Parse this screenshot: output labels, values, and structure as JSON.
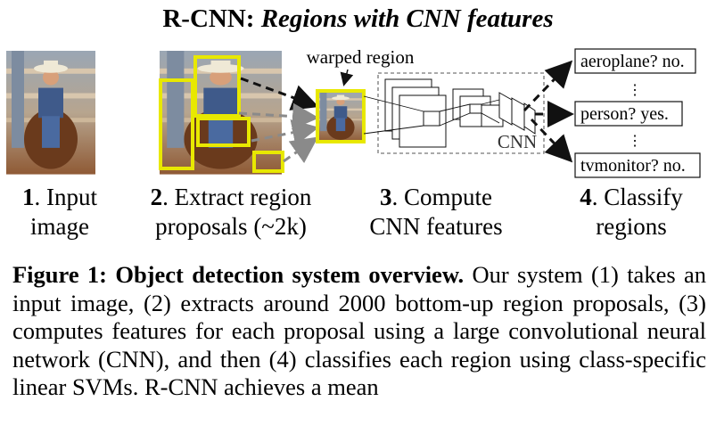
{
  "figure": {
    "title_bold": "R-CNN:",
    "title_rest": "Regions with CNN features",
    "warped_label": "warped region",
    "cnn_label": "CNN",
    "outputs": [
      {
        "label": "aeroplane? no."
      },
      {
        "label": "person? yes."
      },
      {
        "label": "tvmonitor? no."
      }
    ],
    "ellipsis": "⋮",
    "steps": [
      {
        "num": "1",
        "line1": ". Input",
        "line2": "image"
      },
      {
        "num": "2",
        "line1": ". Extract region",
        "line2": "proposals (~2k)"
      },
      {
        "num": "3",
        "line1": ". Compute",
        "line2": "CNN features"
      },
      {
        "num": "4",
        "line1": ". Classify",
        "line2": "regions"
      }
    ],
    "colors": {
      "proposal_box": "#e8e800",
      "arrow_dark": "#111111",
      "arrow_gray": "#8a8a8a"
    }
  },
  "caption": {
    "lead": "Figure 1:  Object detection system overview.",
    "body": " Our system (1) takes an input image, (2) extracts around 2000 bottom-up region proposals, (3) computes features for each proposal using a large convolutional neural network (CNN), and then (4) classifies each region using class-specific linear SVMs. R-CNN achieves a mean"
  }
}
